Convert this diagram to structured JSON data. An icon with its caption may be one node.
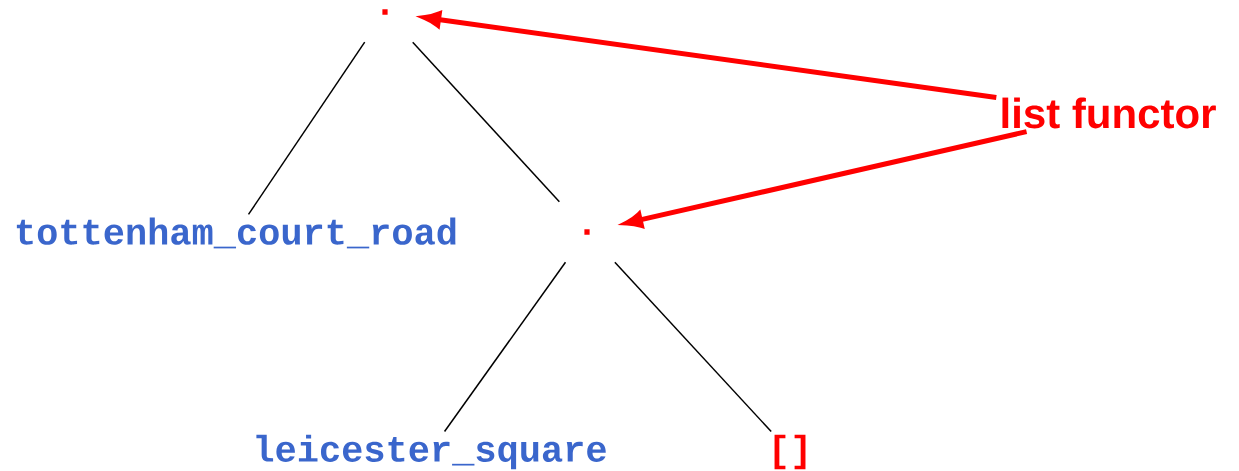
{
  "diagram": {
    "nodes": [
      {
        "text": [
          "."
        ]
      },
      {
        "text": [
          "tottenham_court_road"
        ]
      },
      {
        "text": [
          "."
        ]
      },
      {
        "text": [
          "leicester_square"
        ]
      },
      {
        "text": [
          "[]"
        ]
      },
      {
        "text": [
          "list functor"
        ]
      }
    ],
    "edges": [
      {
        "from": 0,
        "to": 1,
        "arrow": "none"
      },
      {
        "from": 0,
        "to": 2,
        "arrow": "none"
      },
      {
        "from": 2,
        "to": 3,
        "arrow": "none"
      },
      {
        "from": 2,
        "to": 4,
        "arrow": "none"
      },
      {
        "from": 5,
        "to": 0,
        "arrow": "to",
        "style": "thick",
        "color": "#ff0000"
      },
      {
        "from": 5,
        "to": 2,
        "arrow": "to",
        "style": "thick",
        "color": "#ff0000"
      }
    ]
  }
}
